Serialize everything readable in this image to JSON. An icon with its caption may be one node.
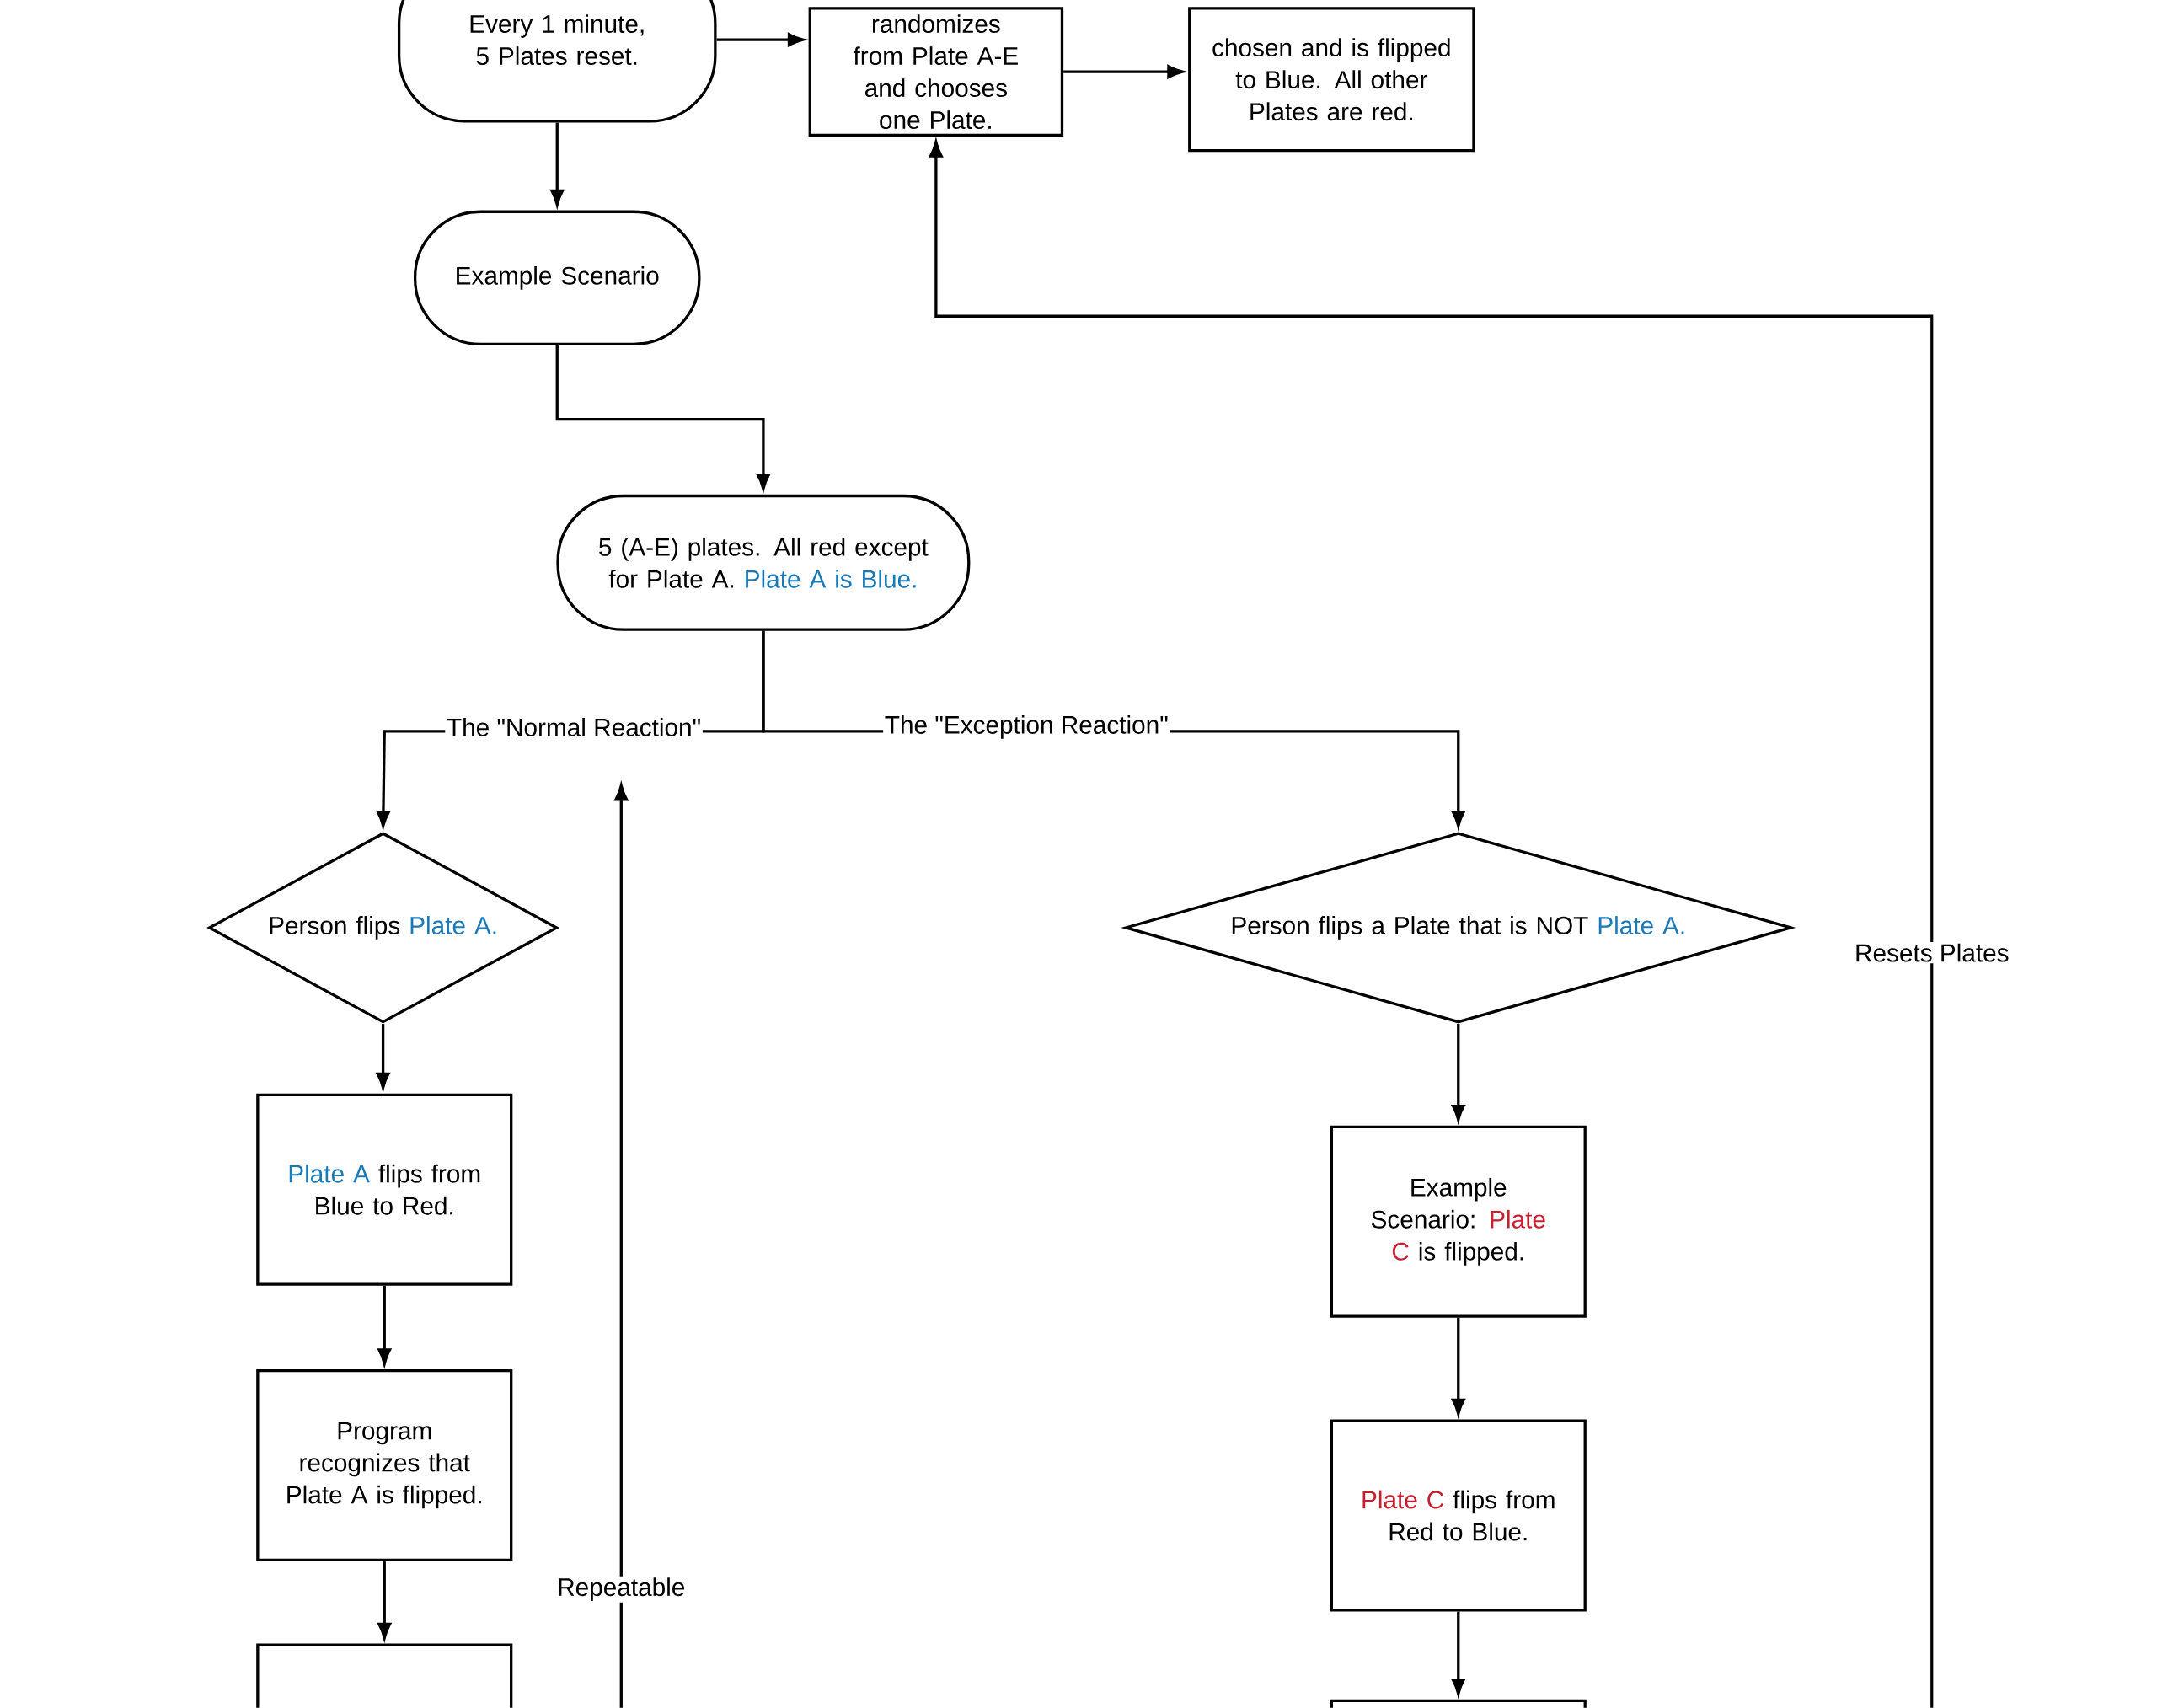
{
  "diagram": {
    "nodes": [
      {
        "text": [
          "Every 1 minute, 5 Plates reset."
        ]
      },
      {
        "text": [
          "randomizes from Plate A-E and chooses one Plate."
        ]
      },
      {
        "text": [
          "chosen and is flipped to Blue. All other Plates are red."
        ]
      },
      {
        "text": [
          "Example Scenario"
        ]
      },
      {
        "text": [
          "5 (A-E) plates. All red except for Plate A.",
          "Plate A is Blue."
        ]
      },
      {
        "text": [
          "Person flips",
          "Plate A."
        ]
      },
      {
        "text": [
          "Plate A",
          "flips from Blue to Red."
        ]
      },
      {
        "text": [
          "Program recognizes that Plate A is flipped."
        ]
      },
      {
        "text": [],
        "shape": "box"
      },
      {
        "text": [
          "Person flips a Plate that is NOT",
          "Plate A."
        ]
      },
      {
        "text": [
          "Example Scenario:",
          "Plate C",
          "is flipped."
        ]
      },
      {
        "text": [
          "Plate C",
          "flips from Red to Blue."
        ]
      },
      {
        "text": [],
        "shape": "box"
      }
    ],
    "edges": [
      {
        "from": 0,
        "to": 1,
        "arrow": "to"
      },
      {
        "from": 1,
        "to": 2,
        "arrow": "to"
      },
      {
        "from": 0,
        "to": 3,
        "arrow": "to"
      },
      {
        "from": 3,
        "to": 4,
        "arrow": "to"
      },
      {
        "from": 4,
        "to": 5,
        "arrow": "to",
        "label": "The \"Normal Reaction\""
      },
      {
        "from": 4,
        "to": 9,
        "arrow": "to",
        "label": "The \"Exception Reaction\""
      },
      {
        "from": 5,
        "to": 6,
        "arrow": "to"
      },
      {
        "from": 6,
        "to": 7,
        "arrow": "to"
      },
      {
        "from": 7,
        "to": 8,
        "arrow": "to"
      },
      {
        "from": 9,
        "to": 10,
        "arrow": "to"
      },
      {
        "from": 10,
        "to": 11,
        "arrow": "to"
      },
      {
        "from": 11,
        "to": 12,
        "arrow": "to"
      },
      {
        "from": null,
        "to": 1,
        "arrow": "to",
        "label": "Resets Plates"
      }
    ],
    "labels": [
      "Repeatable"
    ]
  }
}
